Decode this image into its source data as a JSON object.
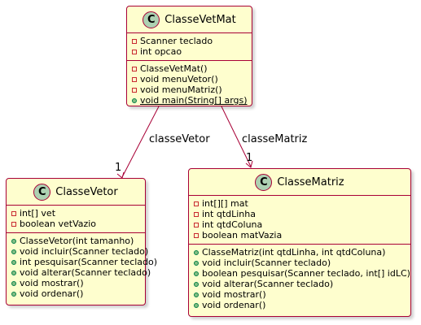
{
  "classes": {
    "vetmat": {
      "name": "ClasseVetMat",
      "icon": "C",
      "fields": [
        {
          "vis": "private",
          "text": "Scanner teclado"
        },
        {
          "vis": "private",
          "text": "int opcao"
        }
      ],
      "methods": [
        {
          "vis": "private",
          "text": "ClasseVetMat()"
        },
        {
          "vis": "private",
          "text": "void menuVetor()"
        },
        {
          "vis": "private",
          "text": "void menuMatriz()"
        },
        {
          "vis": "public",
          "text": "void main(String[] args)",
          "static": true
        }
      ]
    },
    "vetor": {
      "name": "ClasseVetor",
      "icon": "C",
      "fields": [
        {
          "vis": "private",
          "text": "int[] vet"
        },
        {
          "vis": "private",
          "text": "boolean vetVazio"
        }
      ],
      "methods": [
        {
          "vis": "public",
          "text": "ClasseVetor(int tamanho)"
        },
        {
          "vis": "public",
          "text": "void incluir(Scanner teclado)"
        },
        {
          "vis": "public",
          "text": "int pesquisar(Scanner teclado)"
        },
        {
          "vis": "public",
          "text": "void alterar(Scanner teclado)"
        },
        {
          "vis": "public",
          "text": "void mostrar()"
        },
        {
          "vis": "public",
          "text": "void ordenar()"
        }
      ]
    },
    "matriz": {
      "name": "ClasseMatriz",
      "icon": "C",
      "fields": [
        {
          "vis": "private",
          "text": "int[][] mat"
        },
        {
          "vis": "private",
          "text": "int qtdLinha"
        },
        {
          "vis": "private",
          "text": "int qtdColuna"
        },
        {
          "vis": "private",
          "text": "boolean matVazia"
        }
      ],
      "methods": [
        {
          "vis": "public",
          "text": "ClasseMatriz(int qtdLinha, int qtdColuna)"
        },
        {
          "vis": "public",
          "text": "void incluir(Scanner teclado)"
        },
        {
          "vis": "public",
          "text": "boolean pesquisar(Scanner teclado, int[] idLC)"
        },
        {
          "vis": "public",
          "text": "void alterar(Scanner teclado)"
        },
        {
          "vis": "public",
          "text": "void mostrar()"
        },
        {
          "vis": "public",
          "text": "void ordenar()"
        }
      ]
    }
  },
  "relations": [
    {
      "label": "classeVetor",
      "multiplicity": "1"
    },
    {
      "label": "classeMatriz",
      "multiplicity": "1"
    }
  ],
  "colors": {
    "class_fill": "#FEFECE",
    "class_border": "#A80036",
    "badge_fill": "#ADD1B2",
    "private_marker": "#C82930",
    "public_marker": "#84BE84"
  }
}
